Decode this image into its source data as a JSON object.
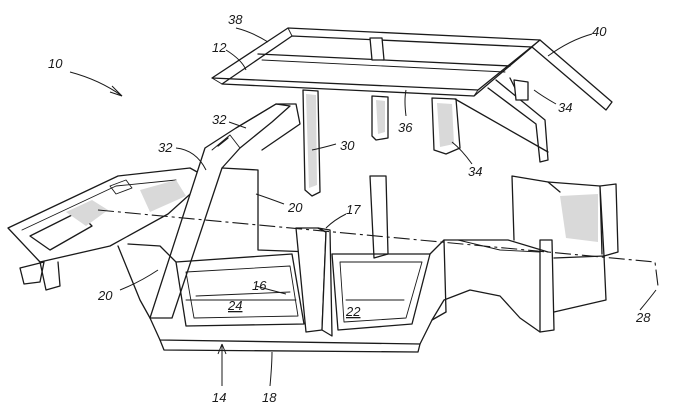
{
  "figure": {
    "labels": {
      "r10": "10",
      "r12": "12",
      "r14": "14",
      "r16": "16",
      "r17": "17",
      "r18": "18",
      "r20a": "20",
      "r20b": "20",
      "r22": "22",
      "r24": "24",
      "r28": "28",
      "r30": "30",
      "r32a": "32",
      "r32b": "32",
      "r34a": "34",
      "r34b": "34",
      "r36": "36",
      "r38": "38",
      "r40": "40"
    }
  }
}
